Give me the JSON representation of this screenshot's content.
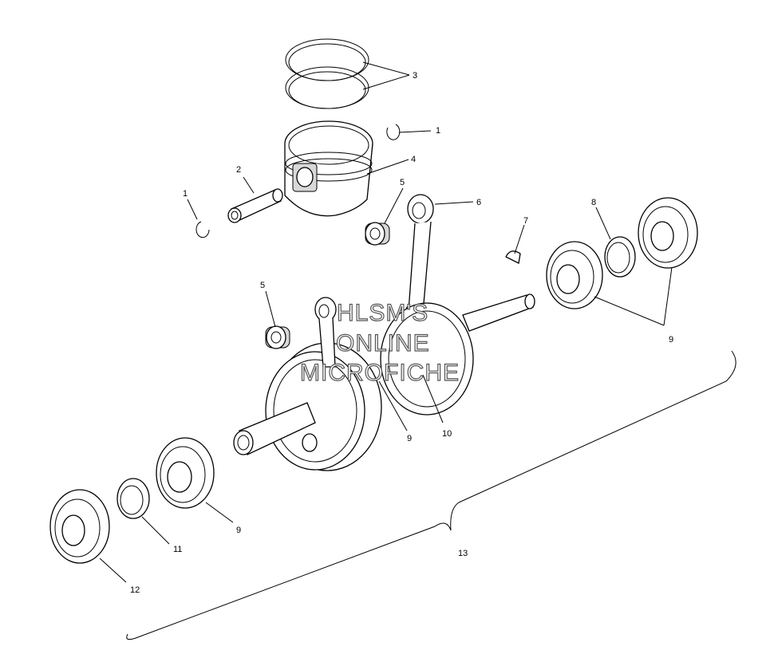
{
  "diagram": {
    "callouts": {
      "c1a": "1",
      "c1b": "1",
      "c2": "2",
      "c3": "3",
      "c4": "4",
      "c5a": "5",
      "c5b": "5",
      "c6": "6",
      "c7": "7",
      "c8": "8",
      "c9a": "9",
      "c9b": "9",
      "c9c": "9",
      "c10": "10",
      "c11": "11",
      "c12": "12",
      "c13": "13"
    },
    "watermark": {
      "line1": "HLSM'S",
      "line2": "ONLINE",
      "line3": "MICROFICHE"
    }
  }
}
